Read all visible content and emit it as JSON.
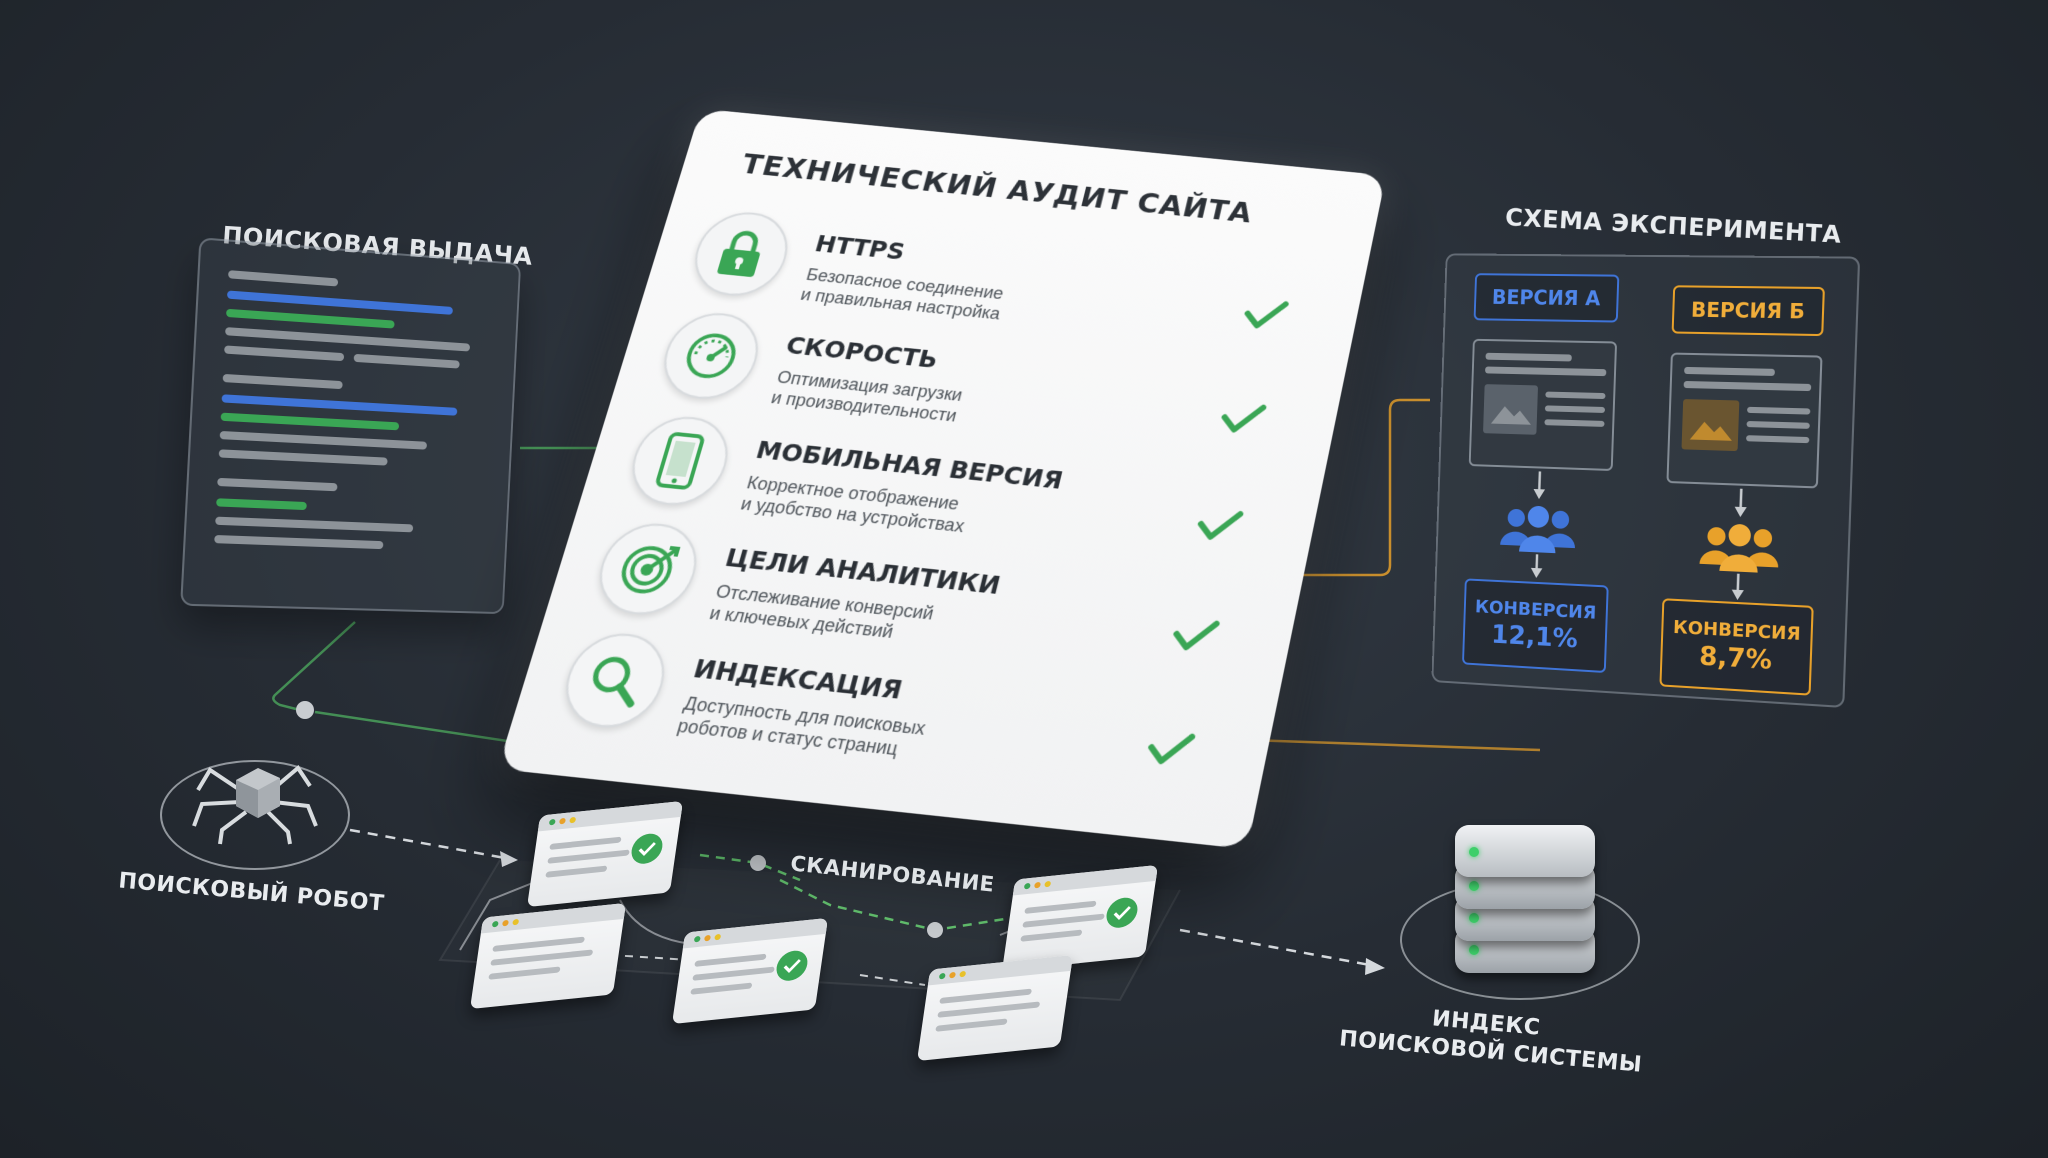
{
  "colors": {
    "green": "#3aa655",
    "blue": "#3f74d8",
    "orange": "#e8a12a",
    "background": "#272d35",
    "paper": "#f6f7f8"
  },
  "serp": {
    "title": "Поисковая выдача"
  },
  "audit": {
    "title": "Технический аудит сайта",
    "items": [
      {
        "icon": "lock-icon",
        "title": "HTTPS",
        "desc1": "Безопасное соединение",
        "desc2": "и правильная настройка"
      },
      {
        "icon": "speedometer-icon",
        "title": "Скорость",
        "desc1": "Оптимизация загрузки",
        "desc2": "и производительности"
      },
      {
        "icon": "smartphone-icon",
        "title": "Мобильная версия",
        "desc1": "Корректное отображение",
        "desc2": "и удобство на устройствах"
      },
      {
        "icon": "target-icon",
        "title": "Цели аналитики",
        "desc1": "Отслеживание конверсий",
        "desc2": "и ключевых действий"
      },
      {
        "icon": "magnifier-icon",
        "title": "Индексация",
        "desc1": "Доступность для поисковых",
        "desc2": "роботов и статус страниц"
      }
    ]
  },
  "experiment": {
    "title": "Схема эксперимента",
    "version_a": "Версия А",
    "version_b": "Версия Б",
    "conversion_label": "Конверсия",
    "conversion_a": "12,1%",
    "conversion_b": "8,7%"
  },
  "crawl": {
    "robot_label": "Поисковый робот",
    "scanning_label": "Сканирование",
    "index_label_line1": "Индекс",
    "index_label_line2": "поисковой системы"
  }
}
